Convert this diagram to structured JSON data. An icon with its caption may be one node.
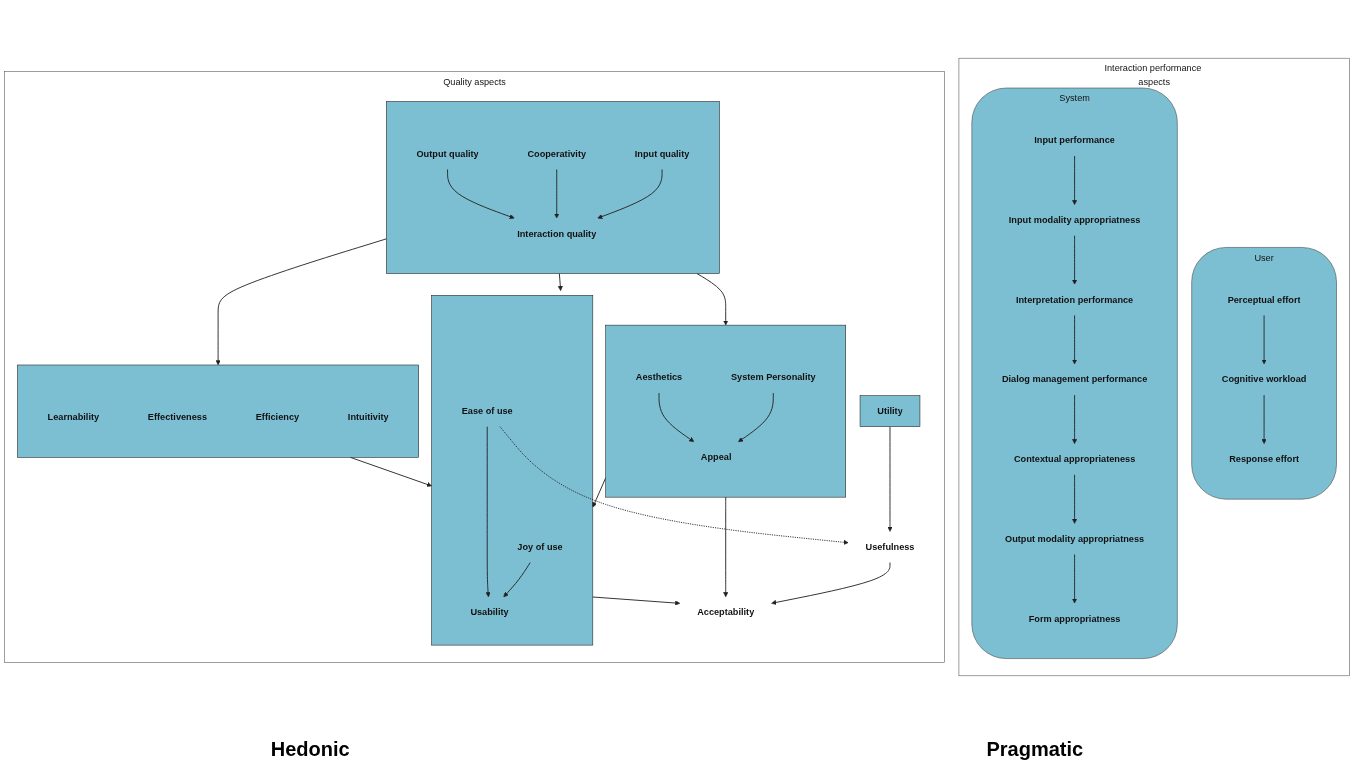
{
  "diagram": {
    "nodes": [
      {
        "text": [
          "Interaction performance aspects"
        ]
      },
      {
        "text": [
          "User"
        ],
        "in": 0
      },
      {
        "text": [
          "Perceptual effort"
        ],
        "in": 1
      },
      {
        "text": [
          "Cognitive workload"
        ],
        "in": 1
      },
      {
        "text": [
          "Response effort"
        ],
        "in": 1
      },
      {
        "text": [
          "System"
        ],
        "in": 0
      },
      {
        "text": [
          "Output modality appropriatness"
        ],
        "in": 5
      },
      {
        "text": [
          "Contextual appropriateness"
        ],
        "in": 5
      },
      {
        "text": [
          "Form appropriatness"
        ],
        "in": 5
      },
      {
        "text": [
          "Dialog management performance"
        ],
        "in": 5
      },
      {
        "text": [
          "Input performance"
        ],
        "in": 5
      },
      {
        "text": [
          "Input modality appropriatness"
        ],
        "in": 5
      },
      {
        "text": [
          "Interpretation performance"
        ],
        "in": 5
      },
      {
        "text": [
          "Quality aspects"
        ]
      },
      {
        "text": [],
        "shape": "box",
        "in": 13
      },
      {
        "text": [
          "Output quality"
        ],
        "in": 14
      },
      {
        "text": [
          "Cooperativity"
        ],
        "in": 14
      },
      {
        "text": [
          "Input quality"
        ],
        "in": 14
      },
      {
        "text": [
          "Interaction quality"
        ],
        "in": 14
      },
      {
        "text": [],
        "shape": "box",
        "in": 13
      },
      {
        "text": [
          "Aesthetics"
        ],
        "in": 19
      },
      {
        "text": [
          "System Personality"
        ],
        "in": 19
      },
      {
        "text": [
          "Appeal"
        ],
        "in": 19
      },
      {
        "text": [],
        "shape": "box",
        "in": 13
      },
      {
        "text": [
          "Learnability"
        ],
        "in": 23
      },
      {
        "text": [
          "Effectiveness"
        ],
        "in": 23
      },
      {
        "text": [
          "Efficiency"
        ],
        "in": 23
      },
      {
        "text": [
          "Intuitivity"
        ],
        "in": 23
      },
      {
        "text": [
          "Utility"
        ],
        "in": 13
      },
      {
        "text": [],
        "shape": "box",
        "in": 13
      },
      {
        "text": [
          "Joy of use"
        ],
        "in": 29
      },
      {
        "text": [
          "Ease of use"
        ],
        "in": 29
      },
      {
        "text": [
          "Usability"
        ],
        "in": 29
      },
      {
        "text": [
          "Usefulness"
        ],
        "in": 13
      },
      {
        "text": [
          "Acceptability"
        ],
        "in": 13
      }
    ],
    "edges": [
      {
        "from": 2,
        "to": 3,
        "arrow": "to"
      },
      {
        "from": 3,
        "to": 4,
        "arrow": "to"
      },
      {
        "from": 10,
        "to": 11,
        "arrow": "to"
      },
      {
        "from": 11,
        "to": 12,
        "arrow": "to"
      },
      {
        "from": 12,
        "to": 9,
        "arrow": "to"
      },
      {
        "from": 9,
        "to": 7,
        "arrow": "to"
      },
      {
        "from": 7,
        "to": 6,
        "arrow": "to"
      },
      {
        "from": 6,
        "to": 8,
        "arrow": "to"
      },
      {
        "from": 15,
        "to": 18,
        "arrow": "to"
      },
      {
        "from": 16,
        "to": 18,
        "arrow": "to"
      },
      {
        "from": 17,
        "to": 18,
        "arrow": "to"
      },
      {
        "from": 14,
        "to": 19,
        "arrow": "to"
      },
      {
        "from": 14,
        "to": 23,
        "arrow": "to"
      },
      {
        "from": 14,
        "to": 29,
        "arrow": "to"
      },
      {
        "from": 20,
        "to": 22,
        "arrow": "to"
      },
      {
        "from": 21,
        "to": 22,
        "arrow": "to"
      },
      {
        "from": 19,
        "to": 29,
        "arrow": "to"
      },
      {
        "from": 23,
        "to": 29,
        "arrow": "to"
      },
      {
        "from": 30,
        "to": 32,
        "arrow": "to"
      },
      {
        "from": 31,
        "to": 32,
        "arrow": "to"
      },
      {
        "from": 19,
        "to": 34,
        "arrow": "to"
      },
      {
        "from": 29,
        "to": 34,
        "arrow": "to"
      },
      {
        "from": 28,
        "to": 33,
        "arrow": "to"
      },
      {
        "from": 31,
        "to": 33,
        "arrow": "to",
        "style": "dashed"
      },
      {
        "from": 33,
        "to": 34,
        "arrow": "to"
      }
    ],
    "labels": [
      "Hedonic",
      "Pragmatic"
    ]
  }
}
